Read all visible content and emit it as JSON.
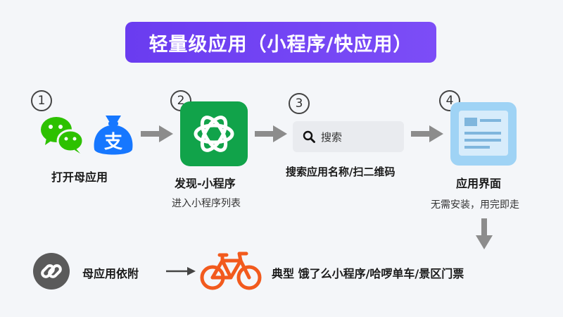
{
  "title": "轻量级应用（小程序/快应用）",
  "steps": [
    {
      "num": "1",
      "label": "打开母应用",
      "sub": ""
    },
    {
      "num": "2",
      "label": "发现-小程序",
      "sub": "进入小程序列表"
    },
    {
      "num": "3",
      "label": "搜索应用名称/扫二维码",
      "sub": "",
      "search_placeholder": "搜索"
    },
    {
      "num": "4",
      "label": "应用界面",
      "sub": "无需安装，用完即走"
    }
  ],
  "bottom": {
    "left_label": "母应用依附",
    "right_label": "典型 饿了么小程序/哈啰单车/景区门票"
  },
  "icons": {
    "step1": [
      "wechat-icon",
      "alipay-icon"
    ],
    "step2": "openai-knot-icon",
    "step3": "magnifier-icon",
    "step4": "app-window-icon",
    "bottom_left": "link-chain-icon",
    "bottom_right": "bicycle-icon"
  },
  "colors": {
    "title_bg": "#6a3cf0",
    "wechat_green": "#2dc100",
    "alipay_blue": "#1677ff",
    "mini_green": "#11a34a",
    "app_blue": "#9fd3f5",
    "bike_orange": "#f25a1d",
    "arrow_gray": "#8c8c8c"
  }
}
